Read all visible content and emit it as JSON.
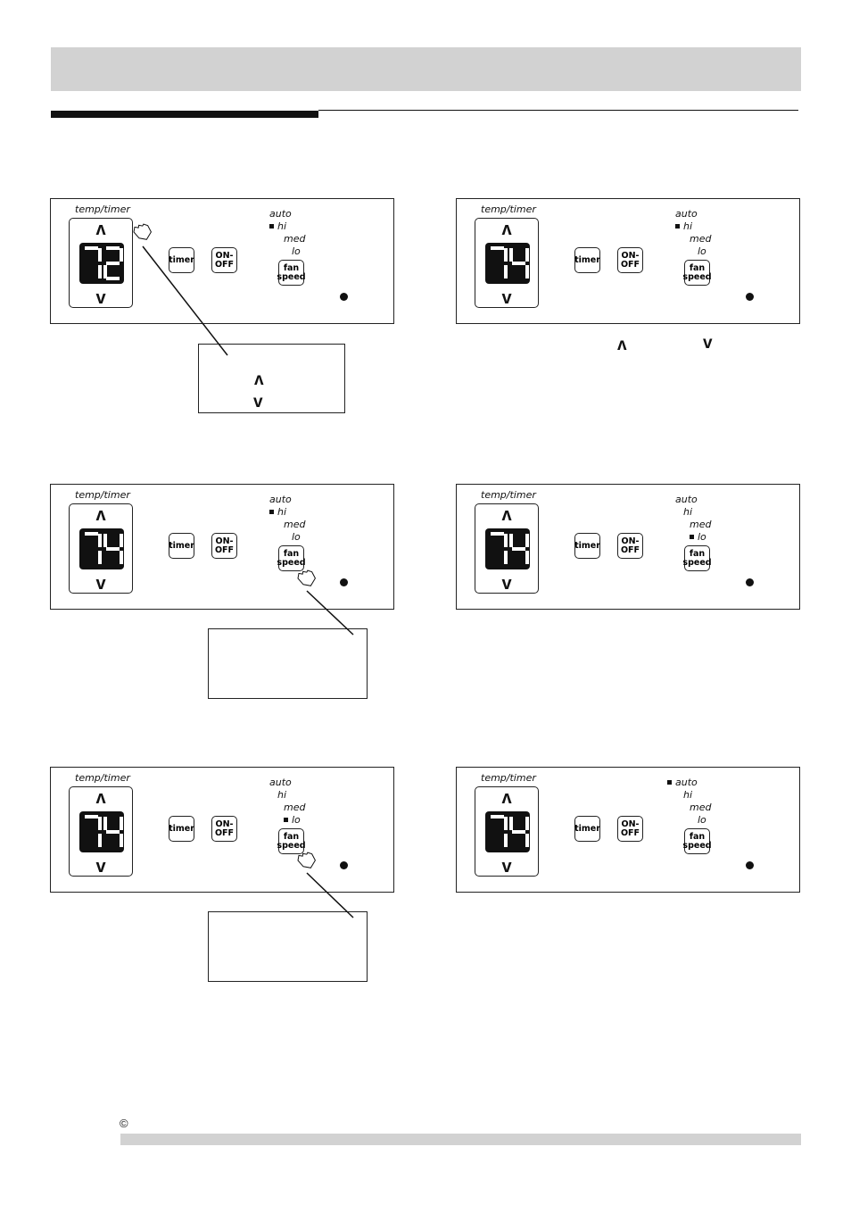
{
  "panel_common": {
    "temp_timer_label": "temp/timer",
    "up_arrow": "ʌ",
    "down_arrow": "v",
    "timer_label": "timer",
    "onoff_label": "ON-\nOFF",
    "fan_label": "fan\nspeed",
    "speed_auto": "auto",
    "speed_hi": "hi",
    "speed_med": "med",
    "speed_lo": "lo"
  },
  "panels": [
    {
      "id": "p1",
      "display": "72",
      "indicator": "hi"
    },
    {
      "id": "p2",
      "display": "74",
      "indicator": "hi"
    },
    {
      "id": "p3",
      "display": "74",
      "indicator": "hi"
    },
    {
      "id": "p4",
      "display": "74",
      "indicator": "lo"
    },
    {
      "id": "p5",
      "display": "74",
      "indicator": "lo"
    },
    {
      "id": "p6",
      "display": "74",
      "indicator": "auto"
    }
  ],
  "callouts": {
    "c1_up": "ʌ",
    "c1_down": "v",
    "under_p2_up": "ʌ",
    "under_p2_down": "v"
  },
  "footer": {
    "copyright_symbol": "©"
  },
  "colors": {
    "header_gray": "#d2d2d2",
    "display_bg": "#111111",
    "segment_on": "#ffffff"
  }
}
